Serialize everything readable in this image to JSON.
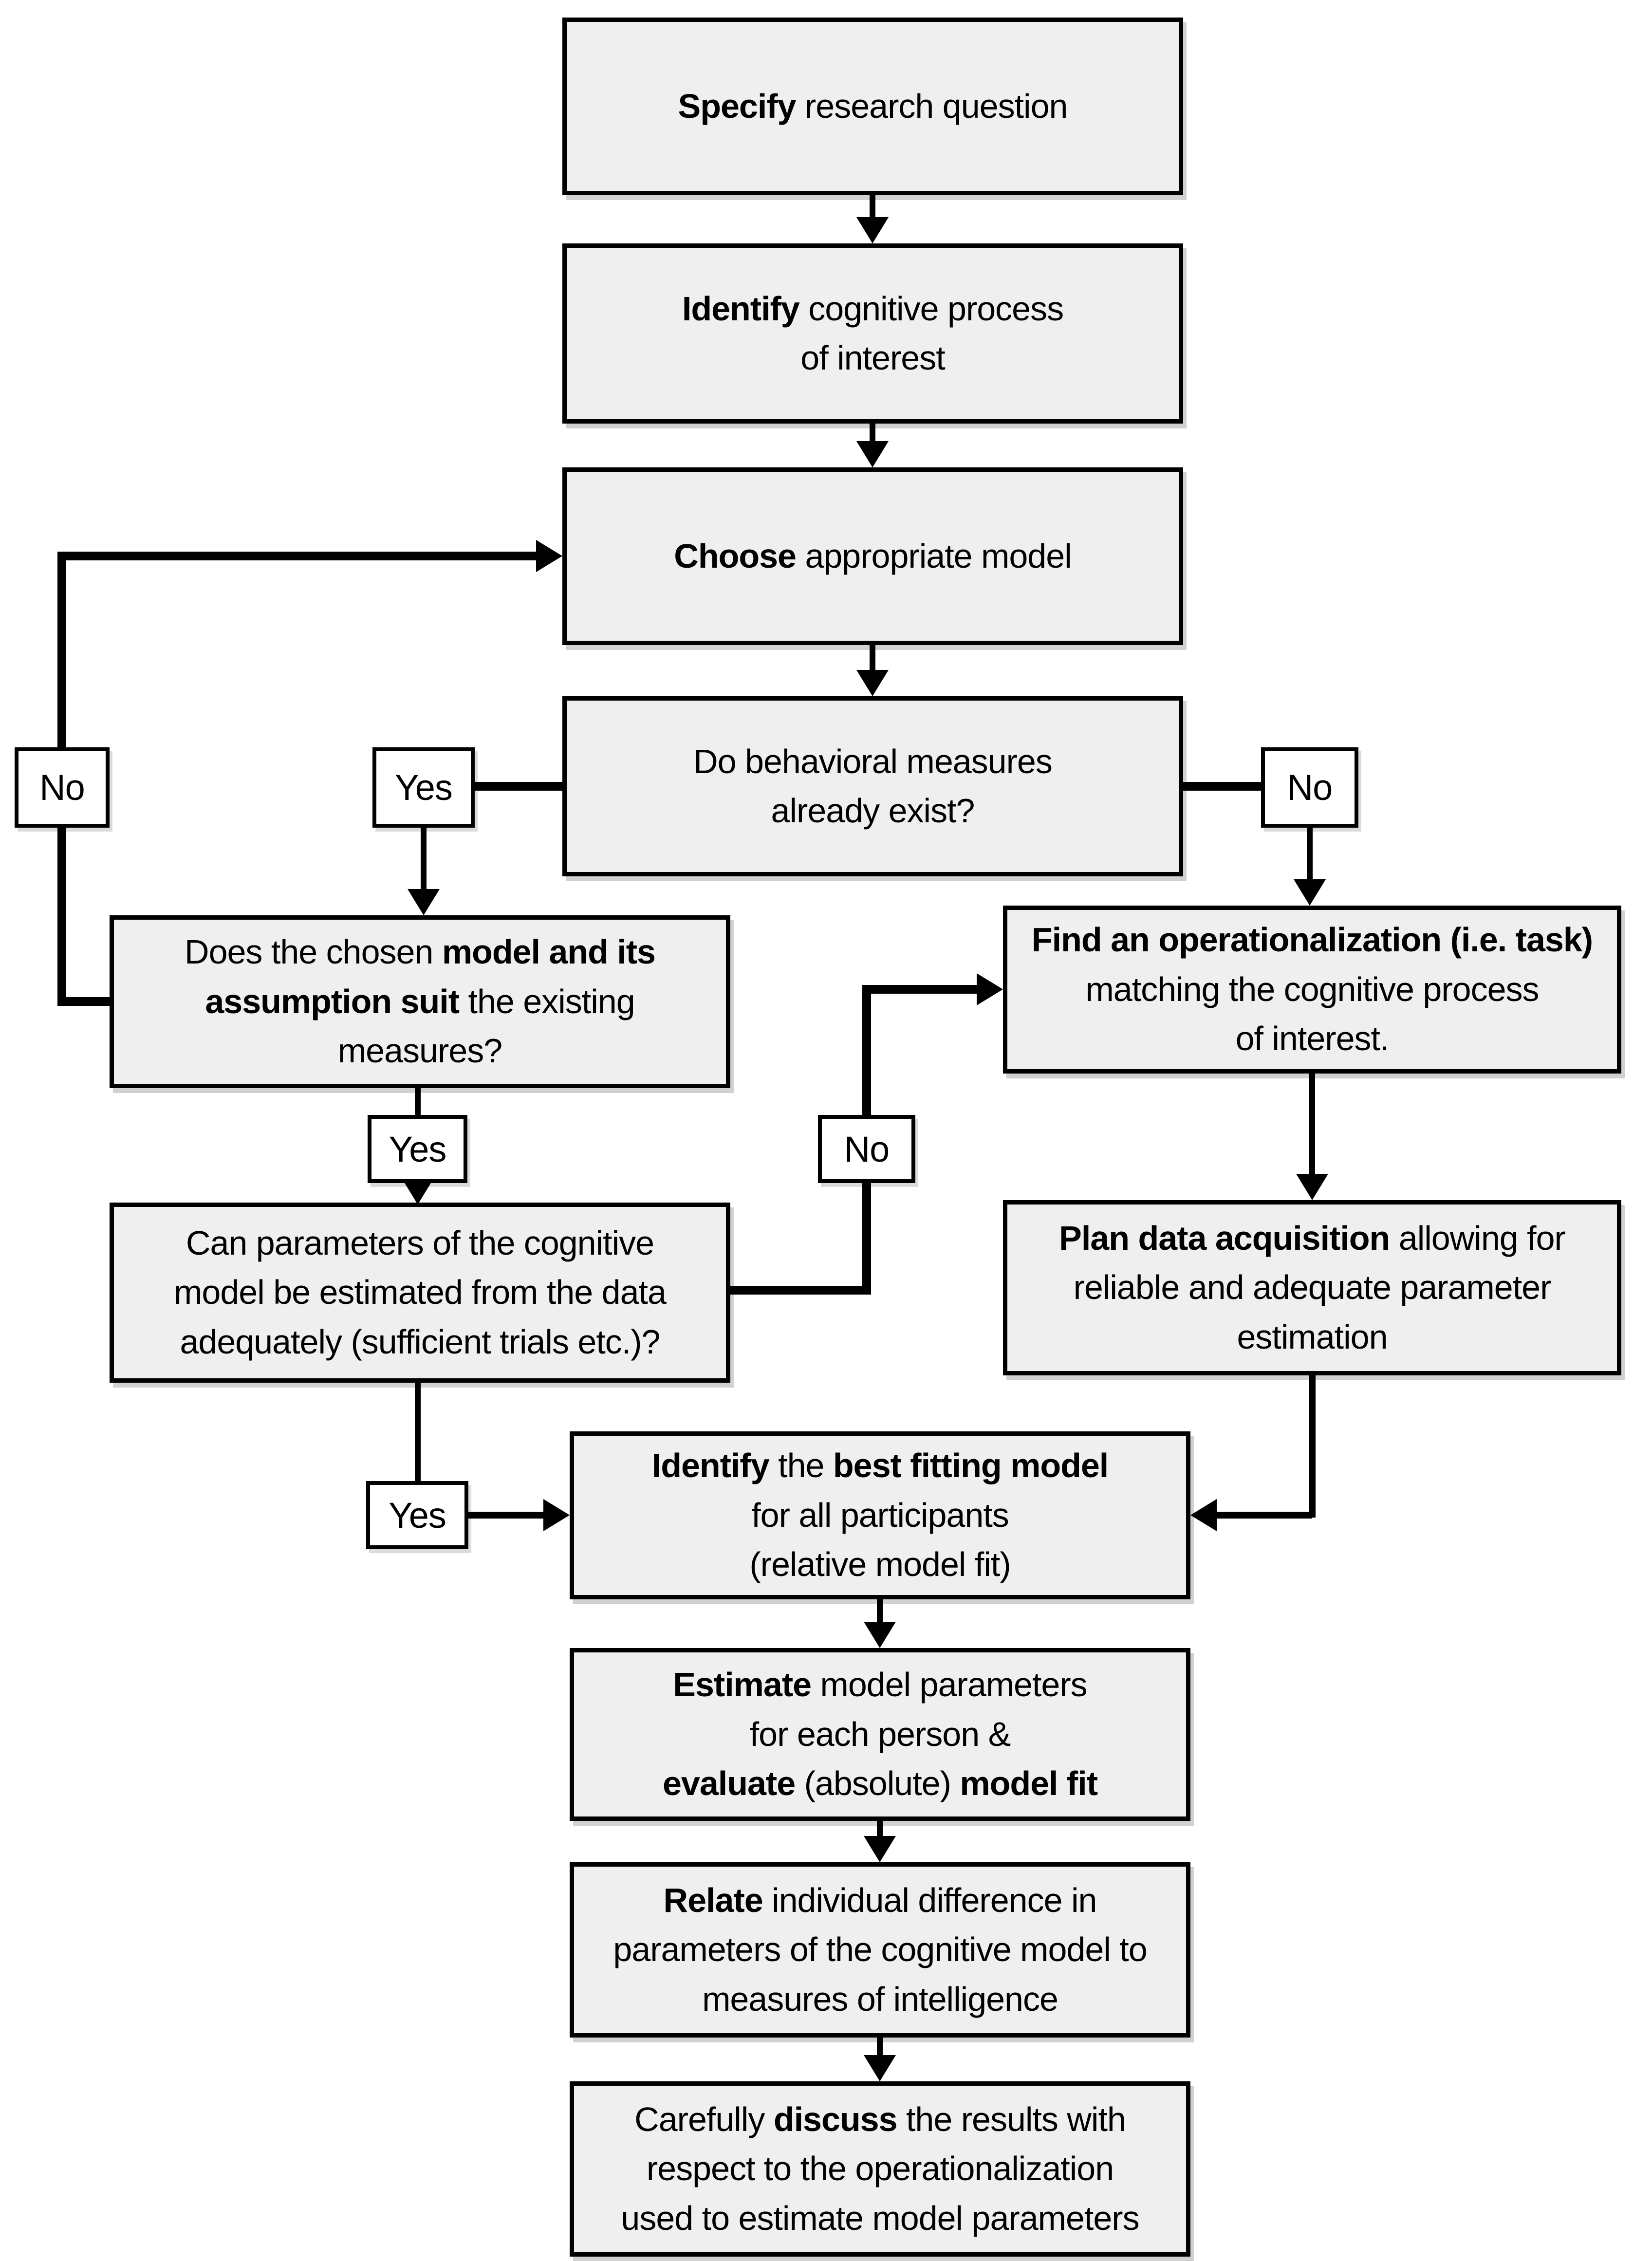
{
  "colors": {
    "background": "#ffffff",
    "box_fill": "#efefef",
    "label_fill": "#ffffff",
    "line": "#000000"
  },
  "nodes": {
    "specify": {
      "lines": [
        [
          {
            "t": "Specify",
            "b": true
          },
          {
            "t": " research question",
            "b": false
          }
        ]
      ]
    },
    "identify": {
      "lines": [
        [
          {
            "t": "Identify",
            "b": true
          },
          {
            "t": " cognitive process",
            "b": false
          }
        ],
        [
          {
            "t": "of interest",
            "b": false
          }
        ]
      ]
    },
    "choose": {
      "lines": [
        [
          {
            "t": "Choose",
            "b": true
          },
          {
            "t": " appropriate model",
            "b": false
          }
        ]
      ]
    },
    "decision": {
      "lines": [
        [
          {
            "t": "Do behavioral measures",
            "b": false
          }
        ],
        [
          {
            "t": "already exist?",
            "b": false
          }
        ]
      ]
    },
    "does_chosen": {
      "lines": [
        [
          {
            "t": "Does the chosen ",
            "b": false
          },
          {
            "t": "model and its",
            "b": true
          }
        ],
        [
          {
            "t": "assumption suit",
            "b": true
          },
          {
            "t": " the existing",
            "b": false
          }
        ],
        [
          {
            "t": "measures?",
            "b": false
          }
        ]
      ]
    },
    "find_op": {
      "lines": [
        [
          {
            "t": "Find an operationalization (i.e. task)",
            "b": true
          }
        ],
        [
          {
            "t": "matching the cognitive process",
            "b": false
          }
        ],
        [
          {
            "t": "of interest.",
            "b": false
          }
        ]
      ]
    },
    "can_params": {
      "lines": [
        [
          {
            "t": "Can parameters of the cognitive",
            "b": false
          }
        ],
        [
          {
            "t": "model be estimated from the data",
            "b": false
          }
        ],
        [
          {
            "t": "adequately (sufficient trials etc.)?",
            "b": false
          }
        ]
      ]
    },
    "plan_data": {
      "lines": [
        [
          {
            "t": "Plan data acquisition",
            "b": true
          },
          {
            "t": " allowing for",
            "b": false
          }
        ],
        [
          {
            "t": "reliable and adequate parameter",
            "b": false
          }
        ],
        [
          {
            "t": "estimation",
            "b": false
          }
        ]
      ]
    },
    "identify_best": {
      "lines": [
        [
          {
            "t": "Identify",
            "b": true
          },
          {
            "t": " the ",
            "b": false
          },
          {
            "t": "best fitting model",
            "b": true
          }
        ],
        [
          {
            "t": "for all participants",
            "b": false
          }
        ],
        [
          {
            "t": "(relative model fit)",
            "b": false
          }
        ]
      ]
    },
    "estimate": {
      "lines": [
        [
          {
            "t": "Estimate",
            "b": true
          },
          {
            "t": " model parameters",
            "b": false
          }
        ],
        [
          {
            "t": "for each person &",
            "b": false
          }
        ],
        [
          {
            "t": "evaluate",
            "b": true
          },
          {
            "t": " (absolute) ",
            "b": false
          },
          {
            "t": "model fit",
            "b": true
          }
        ]
      ]
    },
    "relate": {
      "lines": [
        [
          {
            "t": "Relate",
            "b": true
          },
          {
            "t": " individual difference in",
            "b": false
          }
        ],
        [
          {
            "t": "parameters of the cognitive model to",
            "b": false
          }
        ],
        [
          {
            "t": "measures of intelligence",
            "b": false
          }
        ]
      ]
    },
    "discuss": {
      "lines": [
        [
          {
            "t": "Carefully ",
            "b": false
          },
          {
            "t": "discuss",
            "b": true
          },
          {
            "t": " the results with",
            "b": false
          }
        ],
        [
          {
            "t": "respect to the operationalization",
            "b": false
          }
        ],
        [
          {
            "t": "used to estimate model parameters",
            "b": false
          }
        ]
      ]
    }
  },
  "labels": {
    "no_left": "No",
    "yes_top": "Yes",
    "no_top": "No",
    "yes_mid": "Yes",
    "no_mid": "No",
    "yes_bot": "Yes"
  }
}
